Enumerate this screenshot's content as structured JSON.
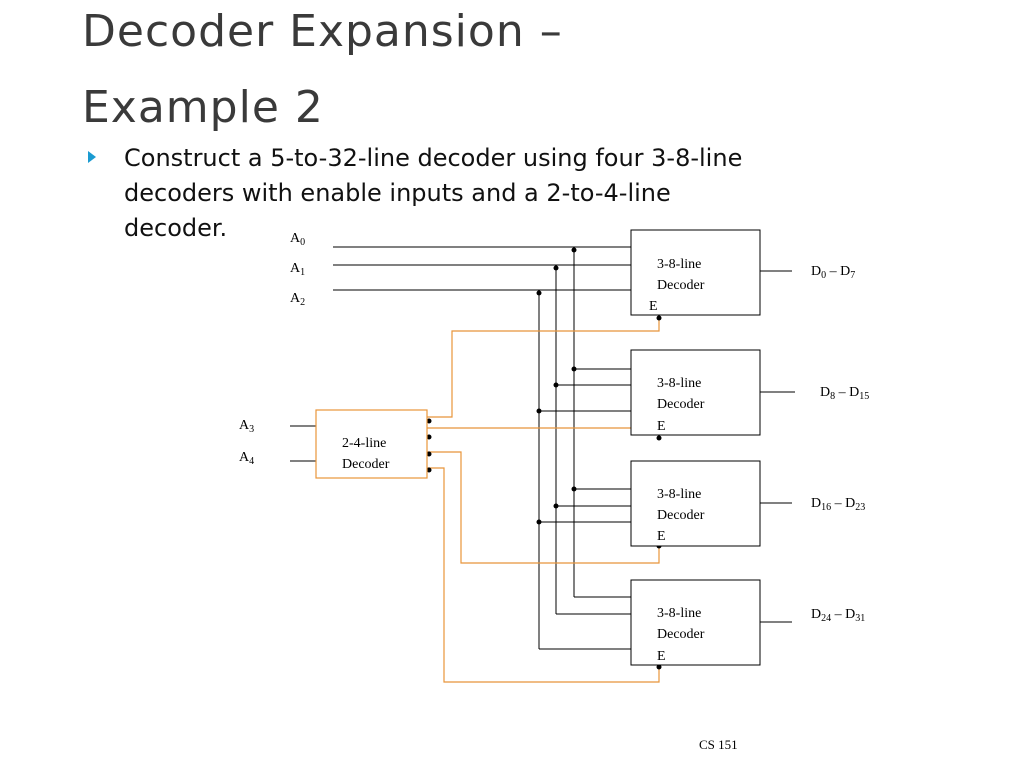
{
  "slide": {
    "title_line_1": "Decoder Expansion –",
    "title_line_2": "Example 2",
    "bullet_lines": [
      "Construct a 5-to-32-line decoder using four 3-8-line",
      "decoders with enable inputs and a 2-to-4-line",
      "decoder."
    ],
    "footer": "CS 151"
  },
  "diagram": {
    "colors": {
      "wire": "#000000",
      "enable_wire": "#e8953a",
      "small_decoder_border": "#e8953a",
      "block_border": "#000000"
    },
    "input_labels": [
      {
        "main": "A",
        "sub": "0"
      },
      {
        "main": "A",
        "sub": "1"
      },
      {
        "main": "A",
        "sub": "2"
      },
      {
        "main": "A",
        "sub": "3"
      },
      {
        "main": "A",
        "sub": "4"
      }
    ],
    "small_decoder": {
      "line1": "2-4-line",
      "line2": "Decoder"
    },
    "decoders": [
      {
        "line1": "3-8-line",
        "line2": "Decoder",
        "enable": "E",
        "out_d": "D",
        "out_from": "0",
        "out_dash": " – ",
        "out_to": "7"
      },
      {
        "line1": "3-8-line",
        "line2": "Decoder",
        "enable": "E",
        "out_d": "D",
        "out_from": "8",
        "out_dash": " – ",
        "out_to": "15"
      },
      {
        "line1": "3-8-line",
        "line2": "Decoder",
        "enable": "E",
        "out_d": "D",
        "out_from": "16",
        "out_dash": " – ",
        "out_to": "23"
      },
      {
        "line1": "3-8-line",
        "line2": "Decoder",
        "enable": "E",
        "out_d": "D",
        "out_from": "24",
        "out_dash": " – ",
        "out_to": "31"
      }
    ]
  }
}
